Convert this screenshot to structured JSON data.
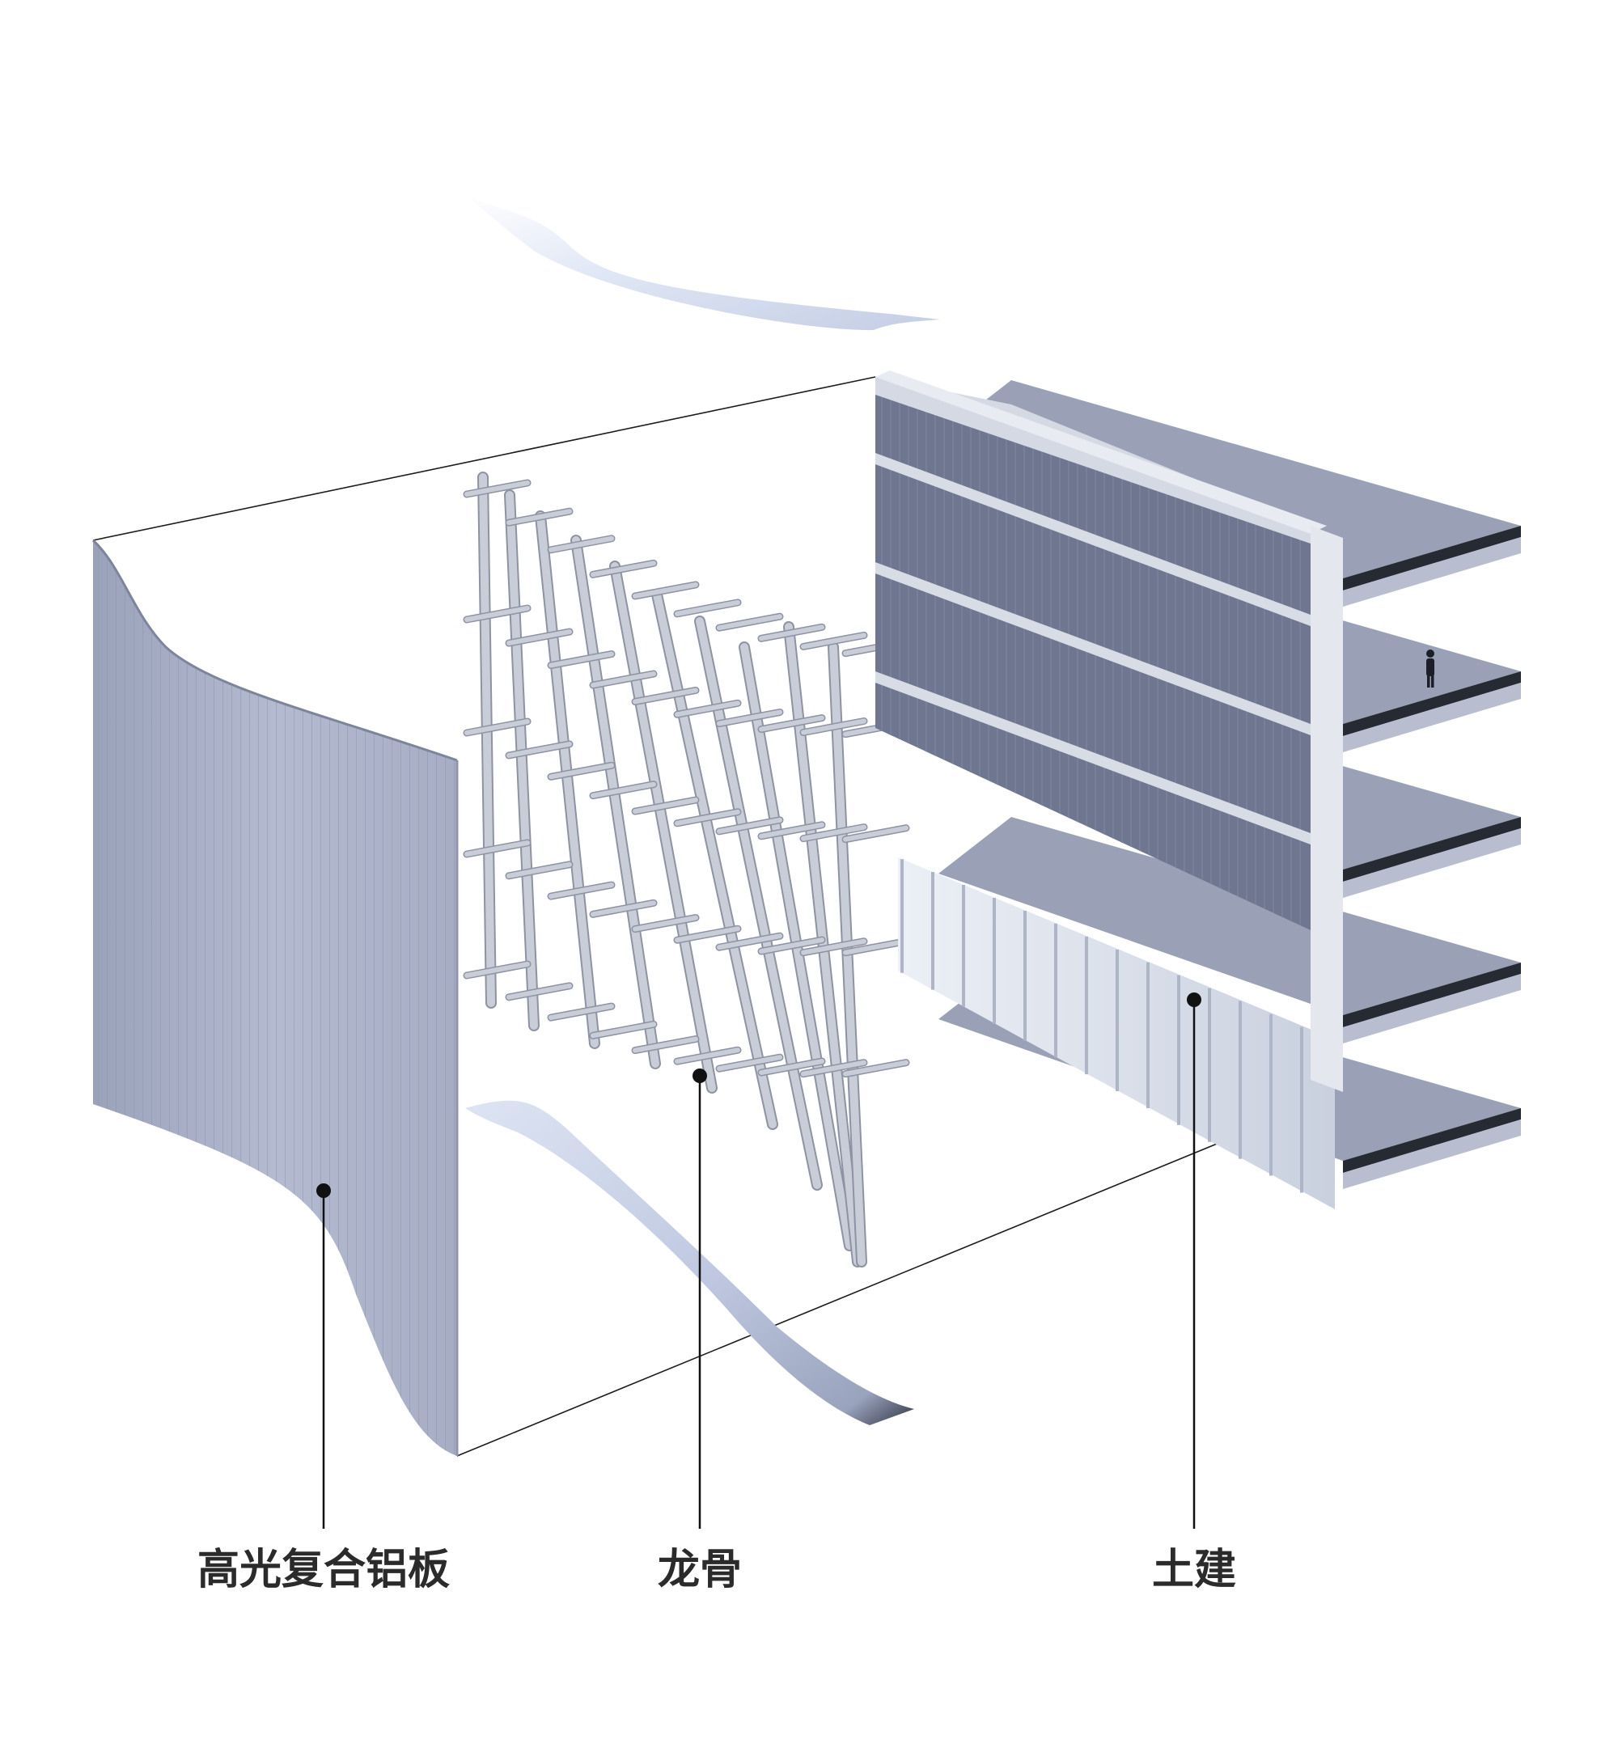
{
  "labels": {
    "cladding": "高光复合铝板",
    "keel": "龙骨",
    "structure": "土建"
  },
  "colors": {
    "panel": "#a9b0c6",
    "panel_shadow": "#8e96ad",
    "frame": "#c9cdd8",
    "frame_edge": "#8d93a3",
    "facade": "#6f7790",
    "slab": "#9aa1b6",
    "slab_edge": "#262a33",
    "glass": "#dfe3ec",
    "leader": "#111111",
    "text": "#2b2b2b"
  }
}
